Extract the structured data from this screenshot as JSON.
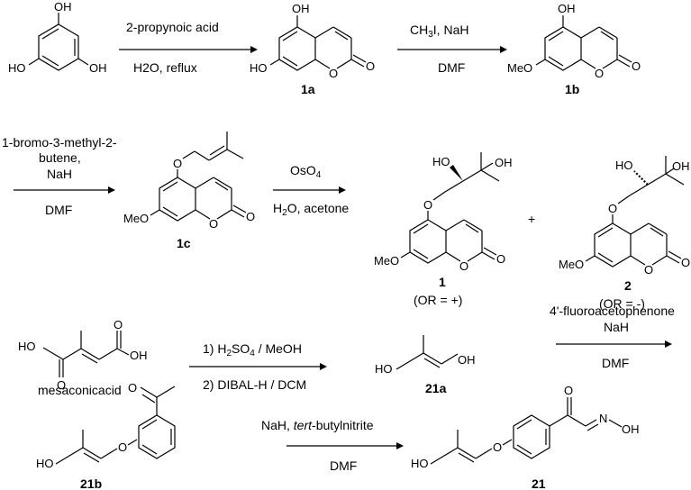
{
  "reagents": {
    "step1_top": "2-propynoic acid",
    "step1_bottom": "H2O, reflux",
    "step2_top": "CH3I, NaH",
    "step2_bottom": "DMF",
    "step3_line1": "1-bromo-3-methyl-2-",
    "step3_line2": "butene,",
    "step3_line3": "NaH",
    "step3_line4": "DMF",
    "step4_top": "OsO4",
    "step4_bottom": "H2O, acetone",
    "step5_top": "1) H2SO4 / MeOH",
    "step5_bottom": "2) DIBAL-H / DCM",
    "step6_line1": "4'-fluoroacetophenone",
    "step6_line2": "NaH",
    "step6_line3": "DMF",
    "step7_top_a": "NaH, ",
    "step7_top_b": "tert",
    "step7_top_c": "-butylnitrite",
    "step7_bottom": "DMF"
  },
  "compounds": {
    "c1a": "1a",
    "c1b": "1b",
    "c1c": "1c",
    "c1": "1",
    "c1_or": "(OR = +)",
    "c2": "2",
    "c2_or": "(OR = -)",
    "plus": "+",
    "mesaconic": "mesaconicacid",
    "c21a": "21a",
    "c21b": "21b",
    "c21": "21"
  },
  "atoms": {
    "OH": "OH",
    "HO": "HO",
    "O": "O",
    "MeO": "MeO",
    "N": "N"
  }
}
